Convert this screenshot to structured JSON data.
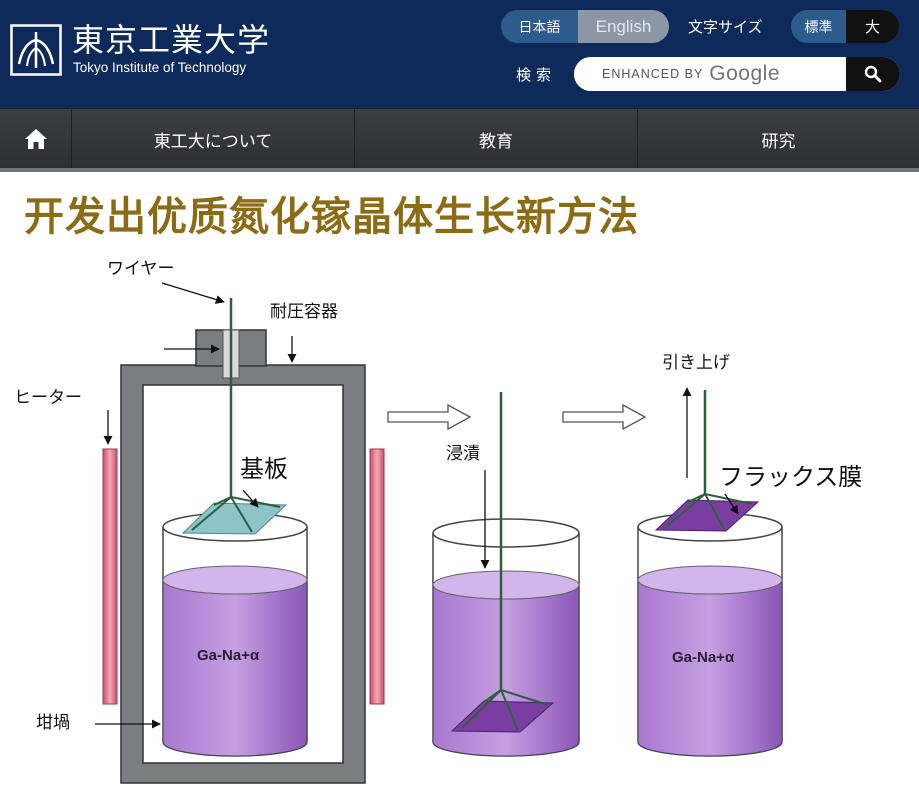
{
  "header": {
    "logo_jp": "東京工業大学",
    "logo_en": "Tokyo Institute of Technology",
    "lang_ja": "日本語",
    "lang_en": "English",
    "font_size_label": "文字サイズ",
    "size_normal": "標準",
    "size_large": "大",
    "search_label": "検索",
    "search_enhanced": "ENHANCED BY",
    "search_google": "Google"
  },
  "nav": {
    "items": [
      {
        "label": "東工大について"
      },
      {
        "label": "教育"
      },
      {
        "label": "研究"
      }
    ]
  },
  "article": {
    "title": "开发出优质氮化镓晶体生长新方法"
  },
  "diagram": {
    "wire": "ワイヤー",
    "pressure_vessel": "耐圧容器",
    "heater": "ヒーター",
    "substrate": "基板",
    "crucible": "坩堝",
    "melt_1": "Ga-Na+α",
    "immersion": "浸漬",
    "pull_up": "引き上げ",
    "flux_film": "フラックス膜",
    "melt_3": "Ga-Na+α"
  },
  "colors": {
    "header_bg": "#0d2a5a",
    "title": "#8b6b14",
    "melt": "#9a62c6",
    "substrate": "#8cc4c8",
    "flux_film": "#7a3ea2",
    "heater": "#e08496",
    "vessel": "#7b7d80"
  }
}
